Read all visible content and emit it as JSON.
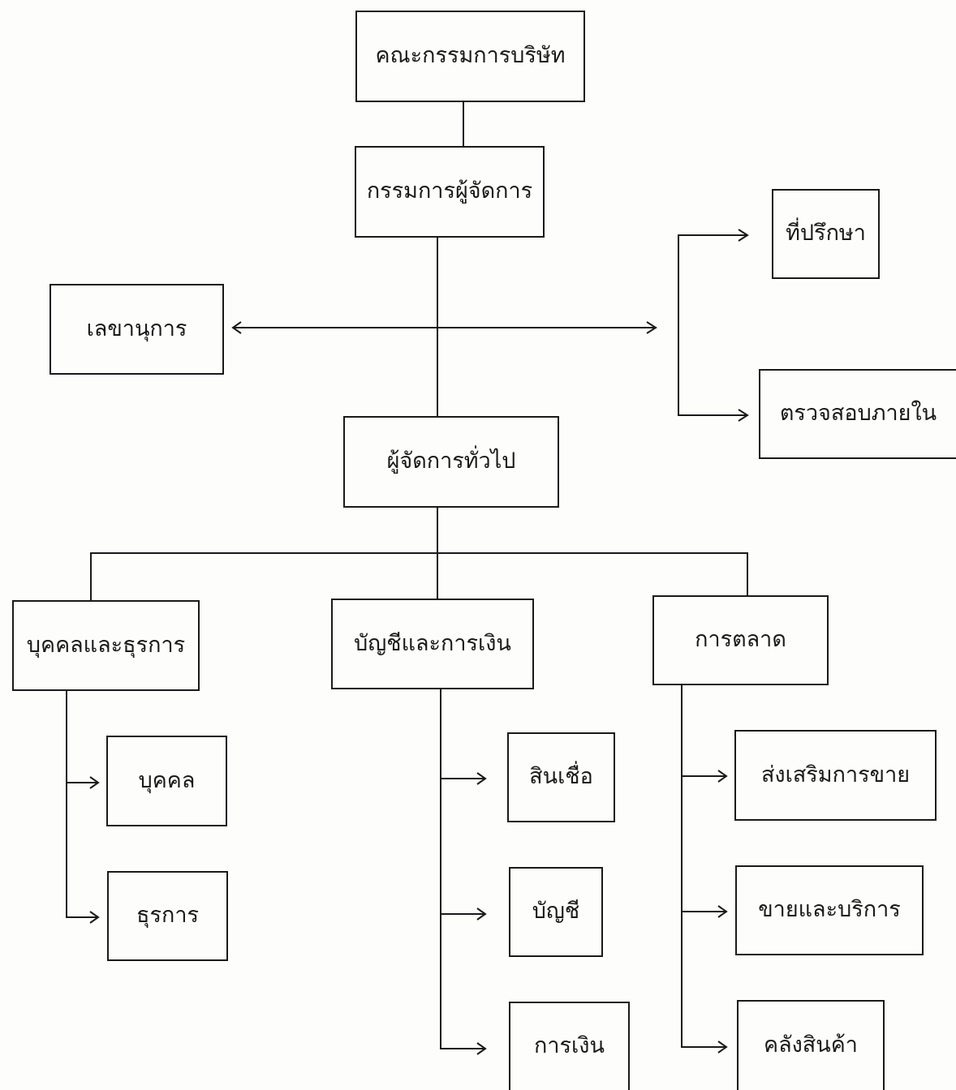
{
  "nodes": {
    "board": "คณะกรรมการบริษัท",
    "managing_director": "กรรมการผู้จัดการ",
    "advisor": "ที่ปรึกษา",
    "secretary": "เลขานุการ",
    "internal_audit": "ตรวจสอบภายใน",
    "general_manager": "ผู้จัดการทั่วไป",
    "hr_admin": "บุคคลและธุรการ",
    "accounting_finance": "บัญชีและการเงิน",
    "marketing": "การตลาด",
    "personnel": "บุคคล",
    "administration": "ธุรการ",
    "credit": "สินเชื่อ",
    "accounting": "บัญชี",
    "finance": "การเงิน",
    "sales_promotion": "ส่งเสริมการขาย",
    "sales_service": "ขายและบริการ",
    "warehouse": "คลังสินค้า"
  },
  "colors": {
    "line": "#1a1a1a",
    "background": "#fdfdfb"
  }
}
